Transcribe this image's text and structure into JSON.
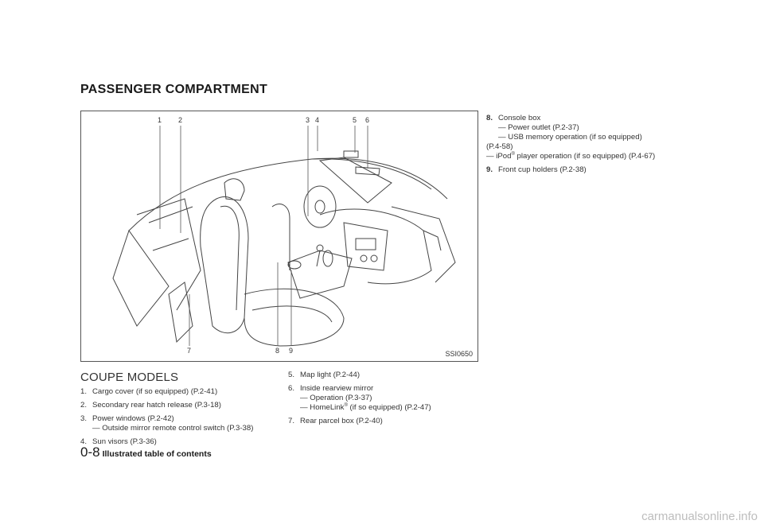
{
  "section_title": "PASSENGER COMPARTMENT",
  "figure": {
    "code": "SSI0650",
    "callouts_top": [
      "1",
      "2",
      "3",
      "4",
      "5",
      "6"
    ],
    "callouts_bottom": [
      "7",
      "8",
      "9"
    ]
  },
  "coupe": {
    "heading": "COUPE MODELS",
    "items": [
      {
        "num": "1.",
        "text": "Cargo cover (if so equipped) (P.2-41)"
      },
      {
        "num": "2.",
        "text": "Secondary rear hatch release (P.3-18)"
      },
      {
        "num": "3.",
        "text": "Power windows (P.2-42)",
        "sub": "— Outside mirror remote control switch (P.3-38)"
      },
      {
        "num": "4.",
        "text": "Sun visors (P.3-36)"
      }
    ]
  },
  "col2": {
    "item5": {
      "num": "5.",
      "text": "Map light (P.2-44)"
    },
    "item6": {
      "num": "6.",
      "text": "Inside rearview mirror",
      "sub1": "— Operation (P.3-37)",
      "sub2_pre": "— HomeLink",
      "sup": "®",
      "sub2_post": " (if so equipped) (P.2-47)"
    },
    "item7": {
      "num": "7.",
      "text": "Rear parcel box (P.2-40)"
    }
  },
  "col3": {
    "item8": {
      "num": "8.",
      "text": "Console box",
      "sub1": "— Power outlet (P.2-37)",
      "sub2": "— USB memory operation (if so equipped)",
      "sub2_cont": "(P.4-58)",
      "sub3_pre": "— iPod",
      "sup": "®",
      "sub3_post": " player operation (if so equipped) (P.4-67)"
    },
    "item9": {
      "num": "9.",
      "text": "Front cup holders (P.2-38)"
    }
  },
  "footer": {
    "page": "0-8",
    "chapter": "Illustrated table of contents"
  },
  "watermark": "carmanualsonline.info"
}
